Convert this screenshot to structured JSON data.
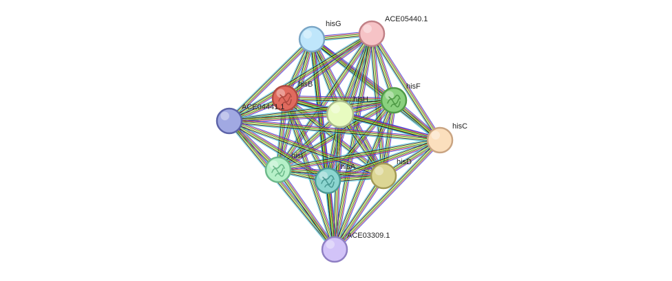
{
  "network": {
    "nodes": [
      {
        "id": "hisG",
        "label": "hisG",
        "color": "#bfe6fb",
        "stroke": "#7aa6c6",
        "has_structure": false
      },
      {
        "id": "ACE05440.1",
        "label": "ACE05440.1",
        "color": "#f6c3c6",
        "stroke": "#c08086",
        "has_structure": false
      },
      {
        "id": "hisB",
        "label": "hisB",
        "color": "#e06a5e",
        "stroke": "#b04a40",
        "has_structure": true
      },
      {
        "id": "hisF",
        "label": "hisF",
        "color": "#8ad07e",
        "stroke": "#4f9a46",
        "has_structure": true
      },
      {
        "id": "hisH",
        "label": "hisH",
        "color": "#e8fbc0",
        "stroke": "#a8b98a",
        "has_structure": false
      },
      {
        "id": "ACE04441.1",
        "label": "ACE04441.1",
        "color": "#a1a9e2",
        "stroke": "#5c63a8",
        "has_structure": false
      },
      {
        "id": "hisC",
        "label": "hisC",
        "color": "#fbdfbd",
        "stroke": "#c9a482",
        "has_structure": false
      },
      {
        "id": "hisI",
        "label": "hisI",
        "color": "#b6f0c8",
        "stroke": "#6cb98a",
        "has_structure": true
      },
      {
        "id": "hisA",
        "label": "hisA",
        "color": "#8cd5d0",
        "stroke": "#4b9a95",
        "has_structure": true
      },
      {
        "id": "hisD",
        "label": "hisD",
        "color": "#dcd694",
        "stroke": "#a29a55",
        "has_structure": false
      },
      {
        "id": "ACE03309.1",
        "label": "ACE03309.1",
        "color": "#d2c3f8",
        "stroke": "#8f7fc3",
        "has_structure": false
      }
    ],
    "edge_colors": [
      "#3b3bd8",
      "#d43d3d",
      "#2a9a2a",
      "#c9d12e",
      "#111111",
      "#46c6d8"
    ]
  }
}
